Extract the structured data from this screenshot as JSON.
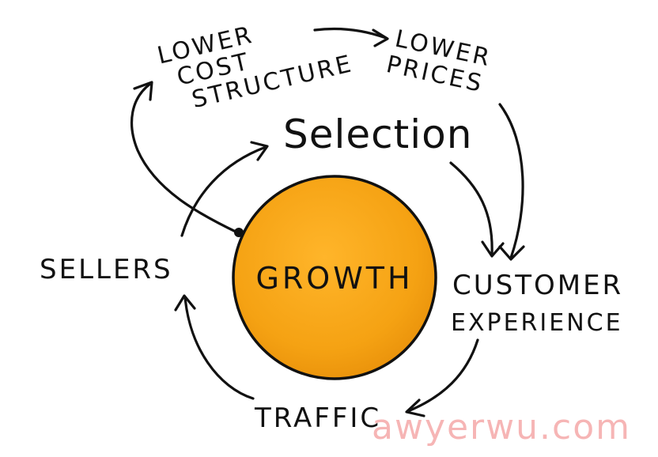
{
  "diagram": {
    "center": {
      "label": "GROWTH",
      "fill_color": "#f5a213",
      "stroke_color": "#111111"
    },
    "nodes": {
      "lower_cost_structure": [
        "LOWER",
        "COST",
        "STRUCTURE"
      ],
      "lower_prices": [
        "LOWER",
        "PRICES"
      ],
      "selection": "Selection",
      "customer_experience": [
        "CUSTOMER",
        "EXPERIENCE"
      ],
      "traffic": "TRAFFIC",
      "sellers": "SELLERS"
    },
    "edges": [
      {
        "from": "lower_cost_structure",
        "to": "lower_prices"
      },
      {
        "from": "lower_prices",
        "to": "customer_experience"
      },
      {
        "from": "selection",
        "to": "customer_experience"
      },
      {
        "from": "customer_experience",
        "to": "traffic"
      },
      {
        "from": "traffic",
        "to": "sellers"
      },
      {
        "from": "sellers",
        "to": "selection"
      },
      {
        "from": "growth",
        "to": "lower_cost_structure"
      }
    ]
  },
  "watermark": "awyerwu.com"
}
